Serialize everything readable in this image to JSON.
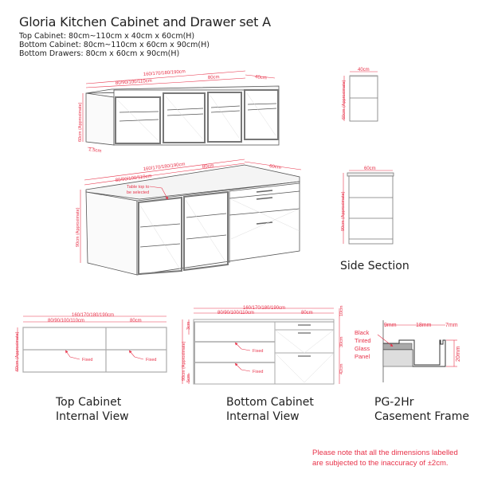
{
  "header": {
    "title": "Gloria Kitchen Cabinet and Drawer set A",
    "specs": [
      "Top Cabinet: 80cm~110cm x 40cm x 60cm(H)",
      "Bottom Cabinet: 80cm~110cm x 60cm x 90cm(H)",
      "Bottom Drawers: 80cm x 60cm x 90cm(H)"
    ]
  },
  "top_cabinet_3d": {
    "overall_width": "160/170/180/190cm",
    "left_width": "80/90/100/110cm",
    "right_width": "80cm",
    "depth": "40cm",
    "height": "60cm (Approximate)",
    "base": "1.5cm"
  },
  "top_side": {
    "depth": "40cm",
    "height": "60cm (Approximate)"
  },
  "bottom_cabinet_3d": {
    "overall_width": "160/170/180/190cm",
    "left_width": "80/90/100/110cm",
    "right_width": "80cm",
    "depth": "60cm",
    "height": "90cm (Approximate)",
    "annotation": [
      "Table top to",
      "be selected"
    ]
  },
  "bottom_side": {
    "depth": "60cm",
    "height": "90cm (Approximate)",
    "caption": "Side Section"
  },
  "top_internal": {
    "overall_width": "160/170/180/190cm",
    "left_width": "80/90/100/110cm",
    "right_width": "80cm",
    "height": "60cm (Approximate)",
    "fixed_labels": [
      "Fixed",
      "Fixed"
    ],
    "caption_line1": "Top Cabinet",
    "caption_line2": "Internal View"
  },
  "bottom_internal": {
    "overall_width": "160/170/180/190cm",
    "left_width": "80/90/100/110cm",
    "right_width": "80cm",
    "height": "90cm (Approximate)",
    "top_offset": "3cm",
    "bottom_offset": "5cm",
    "drawer_dims": [
      "10cm",
      "30cm",
      "42cm"
    ],
    "fixed_labels": [
      "Fixed",
      "Fixed"
    ],
    "caption_line1": "Bottom Cabinet",
    "caption_line2": "Internal View"
  },
  "frame_detail": {
    "dims": [
      "9mm",
      "18mm",
      "7mm",
      "20mm"
    ],
    "glass_label": [
      "Black",
      "Tinted",
      "Glass",
      "Panel"
    ],
    "caption_line1": "PG-2Hr",
    "caption_line2": "Casement Frame"
  },
  "note": {
    "line1": "Please note that all the dimensions labelled",
    "line2": "are subjected to the inaccuracy of ±2cm."
  },
  "colors": {
    "dimension": "#e8334a",
    "line": "#555555",
    "panel": "#c8c8c8"
  }
}
